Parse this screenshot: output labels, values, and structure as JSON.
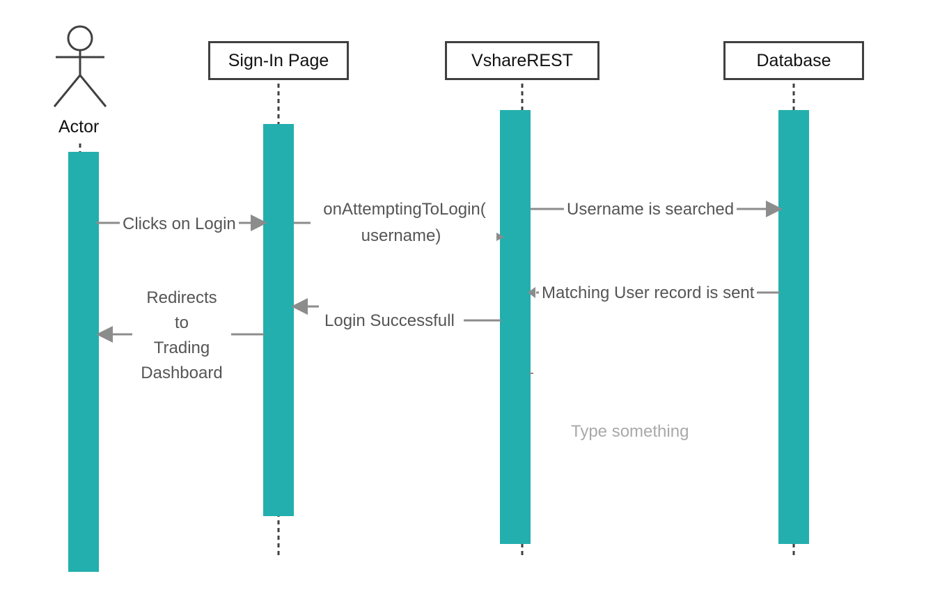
{
  "actor": {
    "label": "Actor"
  },
  "participants": [
    {
      "id": "signin",
      "label": "Sign-In Page"
    },
    {
      "id": "vshare",
      "label": "VshareREST"
    },
    {
      "id": "database",
      "label": "Database"
    }
  ],
  "messages": {
    "m1": "Clicks on Login",
    "m2_line1": "onAttemptingToLogin(",
    "m2_line2": "username)",
    "m3": "Username is searched",
    "m4": "Matching User record is sent",
    "m5": "Login Successfull",
    "m6_line1": "Redirects",
    "m6_line2": "to",
    "m6_line3": "Trading",
    "m6_line4": "Dashboard"
  },
  "placeholder": "Type something",
  "colors": {
    "activation": "#23AFAD",
    "arrow": "#8C8C8C",
    "lifeline": "#404040",
    "box_border": "#404040"
  }
}
